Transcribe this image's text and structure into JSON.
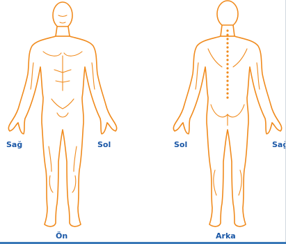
{
  "front_view": {
    "title": "Ön",
    "right_side_label": "Sağ",
    "left_side_label": "Sol"
  },
  "back_view": {
    "title": "Arka",
    "left_side_label": "Sol",
    "right_side_label": "Sağ"
  },
  "colors": {
    "outline": "#f08a1c",
    "label": "#1a57a6",
    "accent_bar": "#3a78b7",
    "background": "#ffffff"
  }
}
